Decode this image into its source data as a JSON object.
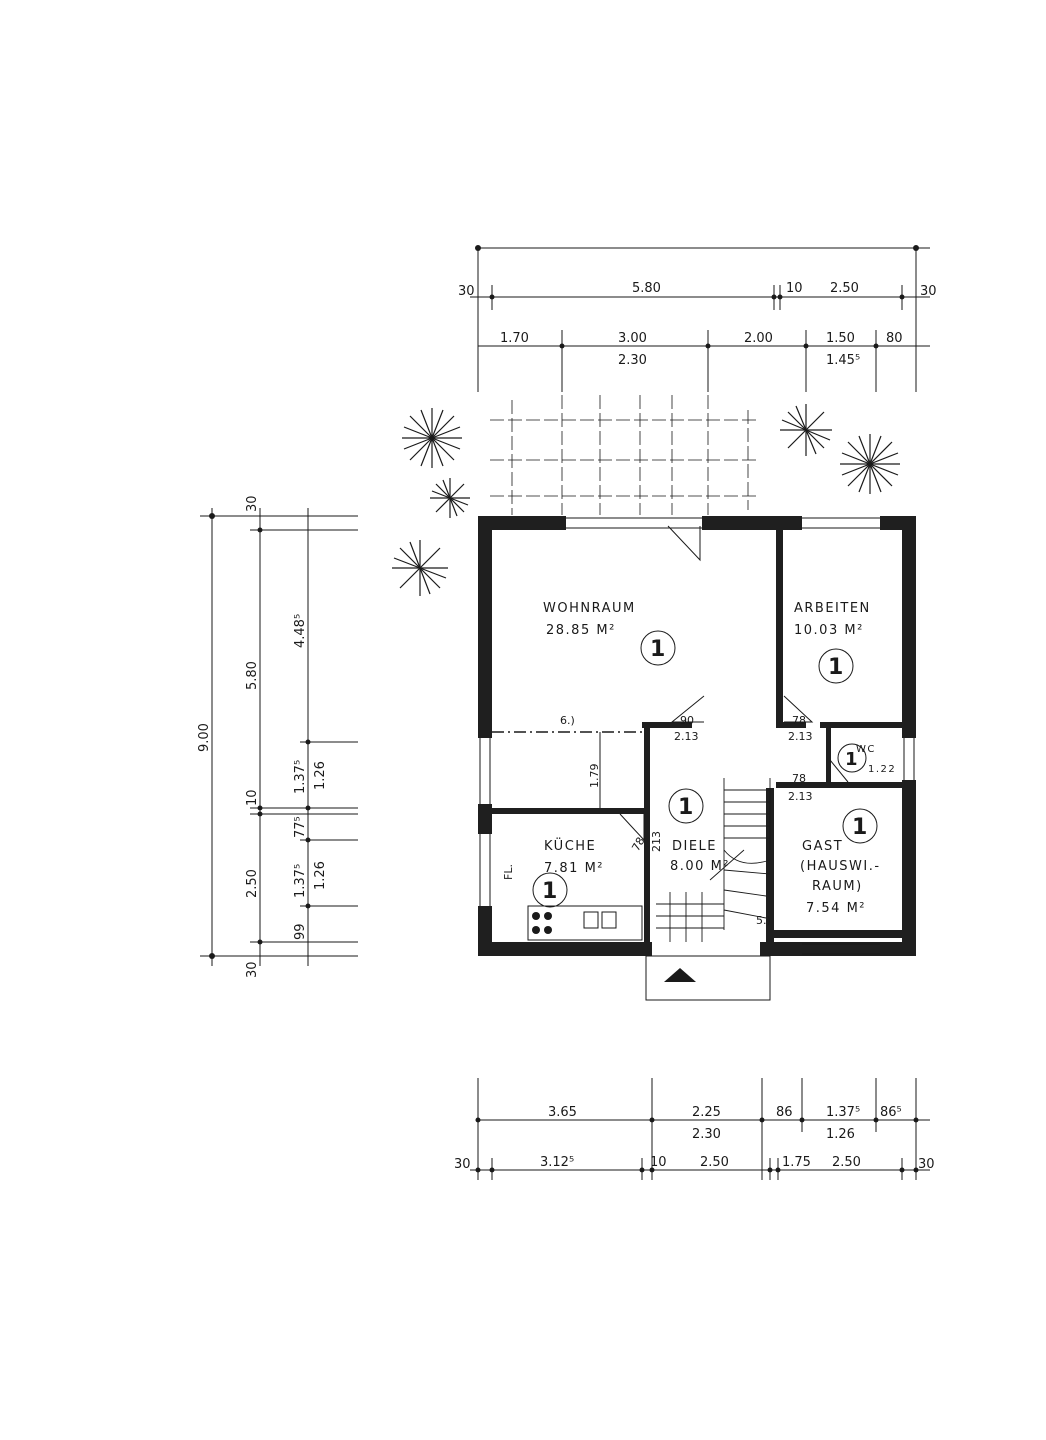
{
  "colors": {
    "ink": "#1a1a1a",
    "wall": "#1f1f1f",
    "paper": "#ffffff"
  },
  "rooms": {
    "wohnraum": {
      "name": "WOHNRAUM",
      "area": "28.85 M²",
      "badge": "1"
    },
    "arbeiten": {
      "name": "ARBEITEN",
      "area": "10.03 M²",
      "badge": "1"
    },
    "wc": {
      "name": "WC",
      "area": "1.22",
      "badge": "1"
    },
    "kueche": {
      "name": "KÜCHE",
      "area": "7.81 M²",
      "badge": "1"
    },
    "diele": {
      "name": "DIELE",
      "area": "8.00 M²",
      "badge": "1"
    },
    "gast": {
      "line1": "GAST",
      "line2": "(HAUSWI.-",
      "line3": "RAUM)",
      "area": "7.54 M²",
      "badge": "1"
    }
  },
  "annotations": {
    "fl": "FL.",
    "note6": "6.)",
    "note5": "5.)",
    "dim_179": "1.79",
    "door_wohn": {
      "w": "90",
      "h": "2.13"
    },
    "door_arb": {
      "w": "78",
      "h": "2.13"
    },
    "door_wc": {
      "w": "78",
      "h": "2.13"
    },
    "door_kueche": {
      "w": "78",
      "h": "213"
    }
  },
  "top_dims": {
    "row1": [
      "30",
      "5.80",
      "10",
      "2.50",
      "30"
    ],
    "row2": [
      "1.70",
      "3.00",
      "2.30",
      "2.00",
      "1.50",
      "1.45⁵",
      "80"
    ]
  },
  "bottom_dims": {
    "row1": [
      "3.65",
      "2.25",
      "2.30",
      "86",
      "1.37⁵",
      "1.26",
      "86⁵"
    ],
    "row2": [
      "30",
      "3.12⁵",
      "10",
      "2.50",
      "1.75",
      "2.50",
      "30"
    ]
  },
  "left_dims": {
    "outer": "9.00",
    "middle": [
      "30",
      "5.80",
      "10",
      "2.50",
      "30"
    ],
    "inner": [
      "4.48⁵",
      "1.37⁵",
      "1.26",
      "77⁵",
      "1.37⁵",
      "1.26",
      "99"
    ]
  }
}
